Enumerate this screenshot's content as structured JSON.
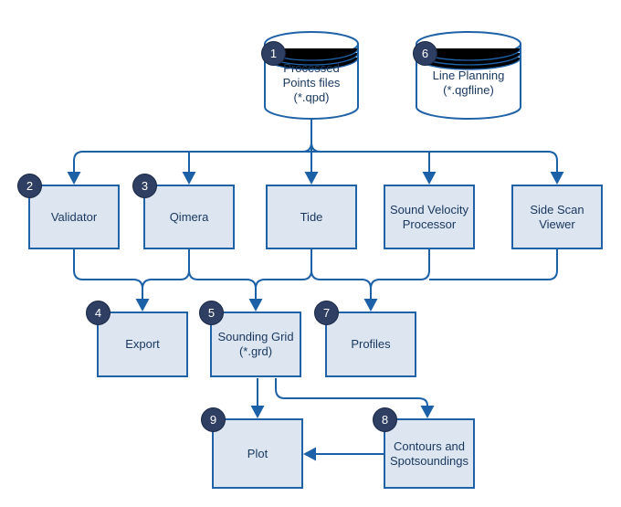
{
  "diagram": {
    "colors": {
      "line": "#1c61a8",
      "box_fill": "#dde5f1",
      "box_border": "#2062a8",
      "badge_fill": "#2f3f63",
      "badge_text": "#ffffff",
      "text": "#17375d",
      "shape_fill": "#ffffff"
    },
    "nodes": {
      "processed_points": {
        "badge": "1",
        "label": "Processed\nPoints files\n(*.qpd)",
        "shape": "cylinder"
      },
      "line_planning": {
        "badge": "6",
        "label": "Line Planning\n(*.qgfline)",
        "shape": "cylinder"
      },
      "validator": {
        "badge": "2",
        "label": "Validator",
        "shape": "box"
      },
      "qimera": {
        "badge": "3",
        "label": "Qimera",
        "shape": "box"
      },
      "tide": {
        "label": "Tide",
        "shape": "box"
      },
      "sound_velocity": {
        "label": "Sound Velocity\nProcessor",
        "shape": "box"
      },
      "side_scan": {
        "label": "Side Scan\nViewer",
        "shape": "box"
      },
      "export": {
        "badge": "4",
        "label": "Export",
        "shape": "box"
      },
      "sounding_grid": {
        "badge": "5",
        "label": "Sounding Grid\n(*.grd)",
        "shape": "box"
      },
      "profiles": {
        "badge": "7",
        "label": "Profiles",
        "shape": "box"
      },
      "plot": {
        "badge": "9",
        "label": "Plot",
        "shape": "box"
      },
      "contours": {
        "badge": "8",
        "label": "Contours and\nSpotsoundings",
        "shape": "box"
      }
    },
    "edges": [
      {
        "from": "processed_points",
        "to": "validator"
      },
      {
        "from": "processed_points",
        "to": "qimera"
      },
      {
        "from": "processed_points",
        "to": "tide"
      },
      {
        "from": "processed_points",
        "to": "sound_velocity"
      },
      {
        "from": "processed_points",
        "to": "side_scan"
      },
      {
        "from": "validator",
        "to": "export"
      },
      {
        "from": "qimera",
        "to": "export"
      },
      {
        "from": "qimera",
        "to": "sounding_grid"
      },
      {
        "from": "tide",
        "to": "sounding_grid"
      },
      {
        "from": "tide",
        "to": "profiles"
      },
      {
        "from": "sound_velocity",
        "to": "profiles"
      },
      {
        "from": "side_scan",
        "to": "profiles"
      },
      {
        "from": "sounding_grid",
        "to": "plot"
      },
      {
        "from": "sounding_grid",
        "to": "contours"
      },
      {
        "from": "contours",
        "to": "plot"
      }
    ]
  }
}
